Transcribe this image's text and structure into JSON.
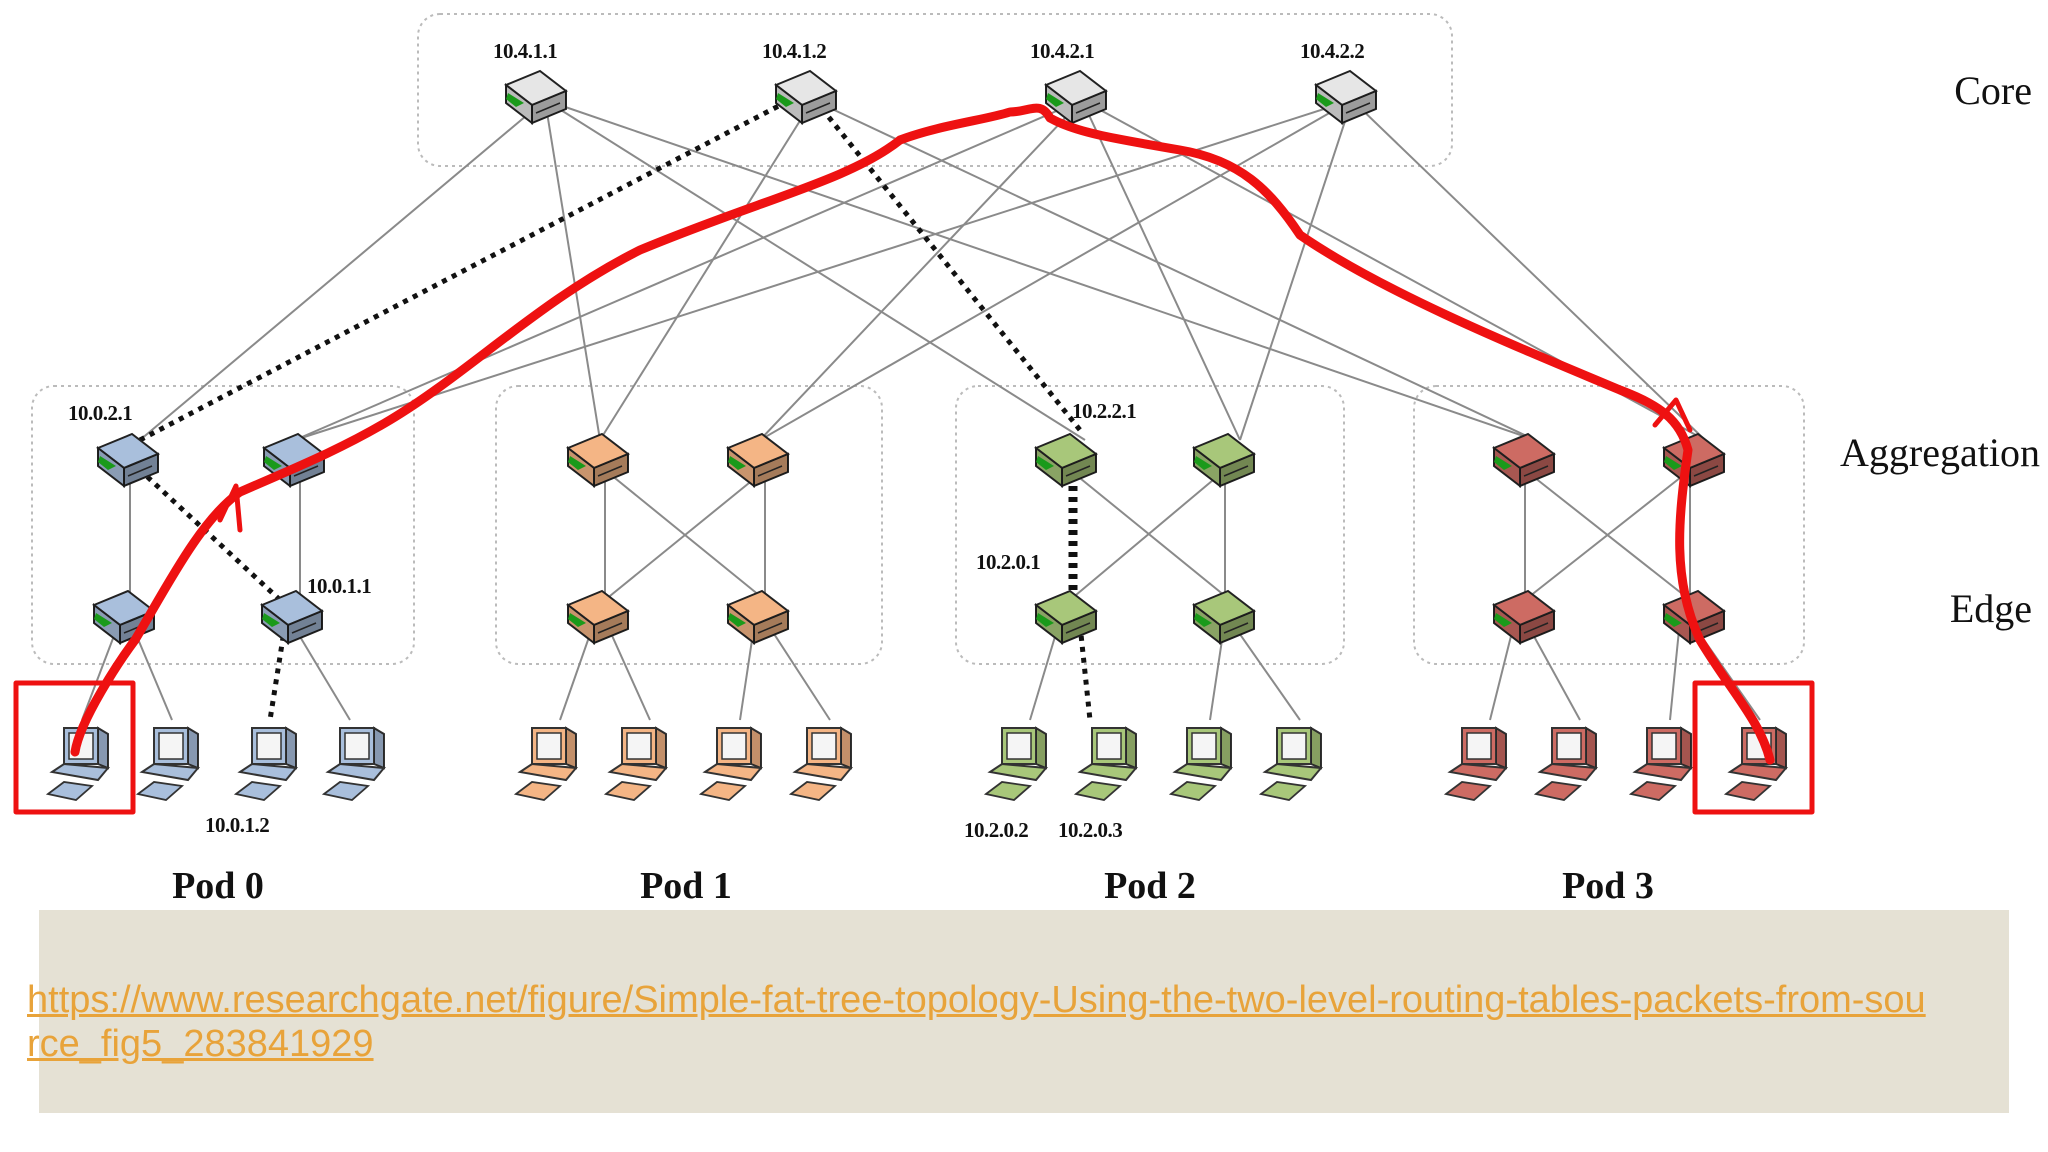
{
  "tiers": {
    "core": "Core",
    "aggregation": "Aggregation",
    "edge": "Edge"
  },
  "pods": [
    "Pod 0",
    "Pod 1",
    "Pod 2",
    "Pod 3"
  ],
  "address_labels": {
    "core_1": "10.4.1.1",
    "core_2": "10.4.1.2",
    "core_3": "10.4.2.1",
    "core_4": "10.4.2.2",
    "pod0_agg": "10.0.2.1",
    "pod0_edge": "10.0.1.1",
    "pod0_host": "10.0.1.2",
    "pod2_agg": "10.2.2.1",
    "pod2_edge": "10.2.0.1",
    "pod2_host_1": "10.2.0.2",
    "pod2_host_2": "10.2.0.3"
  },
  "colors": {
    "pod0": "#a9bfdc",
    "pod1": "#f4b585",
    "pod2": "#a8c77a",
    "pod3": "#cd6b63",
    "core": "#e6e6e6",
    "highlight": "#ee1111"
  },
  "source_link": "https://www.researchgate.net/figure/Simple-fat-tree-topology-Using-the-two-level-routing-tables-packets-from-source_fig5_283841929"
}
